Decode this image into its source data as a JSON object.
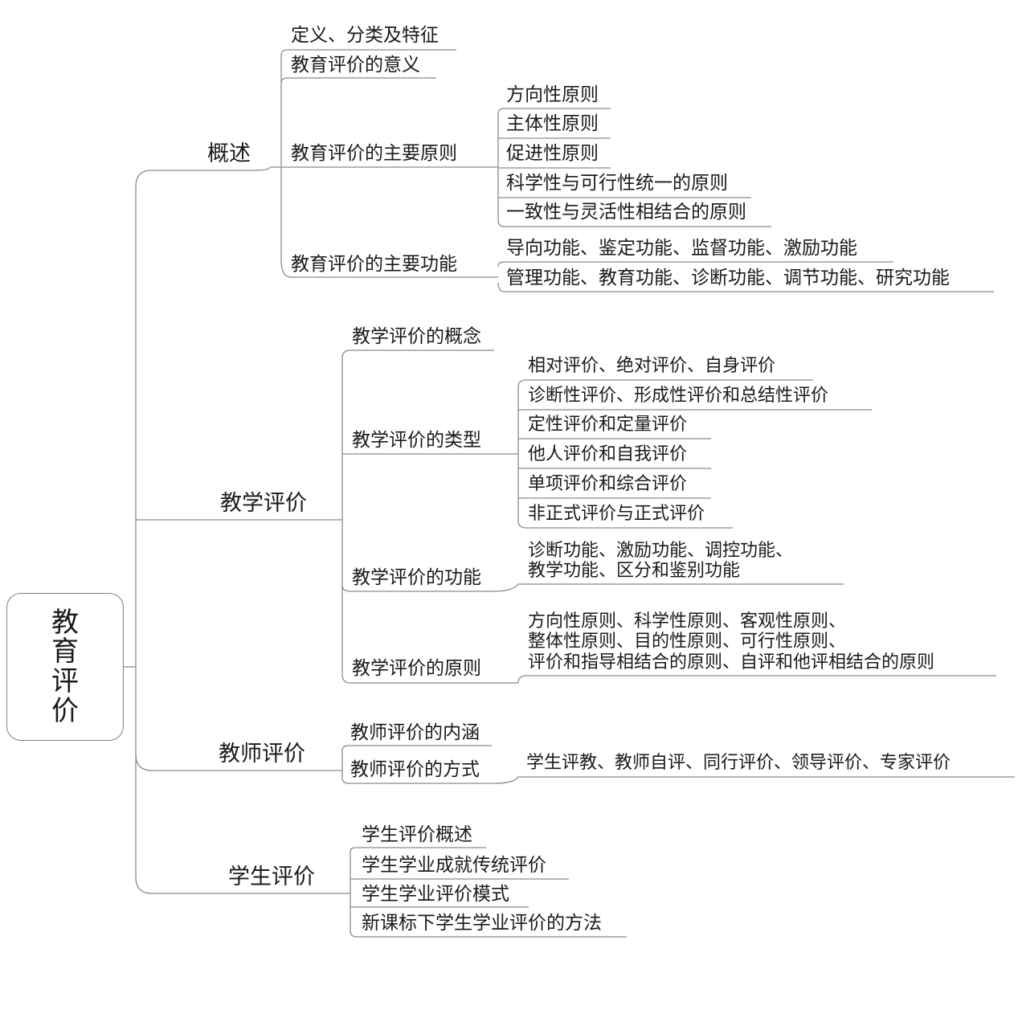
{
  "root": "教育评价",
  "branches": {
    "overview": {
      "label": "概述",
      "definition": "定义、分类及特征",
      "significance": "教育评价的意义",
      "principles": {
        "label": "教育评价的主要原则",
        "items": [
          "方向性原则",
          "主体性原则",
          "促进性原则",
          "科学性与可行性统一的原则",
          "一致性与灵活性相结合的原则"
        ]
      },
      "functions": {
        "label": "教育评价的主要功能",
        "items": [
          "导向功能、鉴定功能、监督功能、激励功能",
          "管理功能、教育功能、诊断功能、调节功能、研究功能"
        ]
      }
    },
    "teaching": {
      "label": "教学评价",
      "concept": "教学评价的概念",
      "types": {
        "label": "教学评价的类型",
        "items": [
          "相对评价、绝对评价、自身评价",
          "诊断性评价、形成性评价和总结性评价",
          "定性评价和定量评价",
          "他人评价和自我评价",
          "单项评价和综合评价",
          "非正式评价与正式评价"
        ]
      },
      "functions": {
        "label": "教学评价的功能",
        "text": "诊断功能、激励功能、调控功能、\n教学功能、区分和鉴别功能"
      },
      "principles": {
        "label": "教学评价的原则",
        "text": "方向性原则、科学性原则、客观性原则、\n整体性原则、目的性原则、可行性原则、\n评价和指导相结合的原则、自评和他评相结合的原则"
      }
    },
    "teacher": {
      "label": "教师评价",
      "connotation": "教师评价的内涵",
      "methods": {
        "label": "教师评价的方式",
        "text": "学生评教、教师自评、同行评价、领导评价、专家评价"
      }
    },
    "student": {
      "label": "学生评价",
      "items": [
        "学生评价概述",
        "学生学业成就传统评价",
        "学生学业评价模式",
        "新课标下学生学业评价的方法"
      ]
    }
  }
}
